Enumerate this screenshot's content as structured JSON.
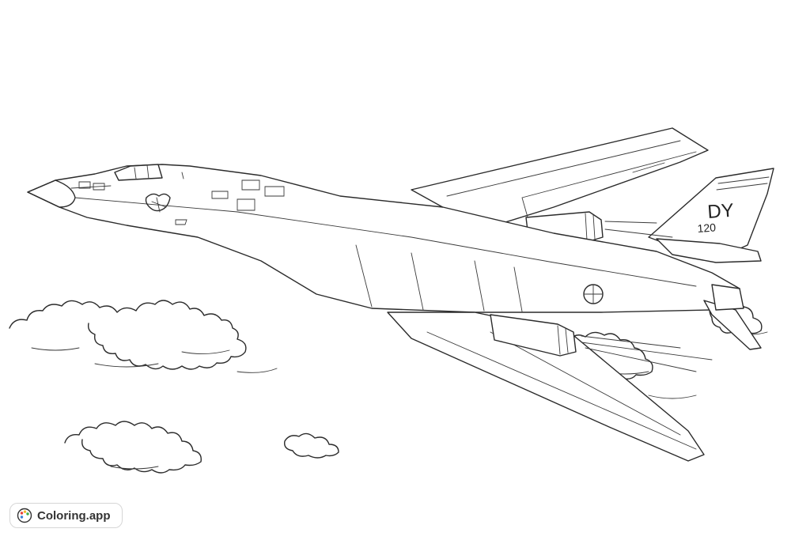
{
  "artwork": {
    "tail_code": "DY",
    "tail_number": "120",
    "colors": {
      "line": "#2b2b2b",
      "background": "#ffffff"
    }
  },
  "badge": {
    "brand": "Coloring.app",
    "icon": "palette-icon",
    "colors": {
      "palette_dots": [
        "#e8403a",
        "#f5b82e",
        "#3fae49",
        "#3a7fd6"
      ]
    }
  }
}
